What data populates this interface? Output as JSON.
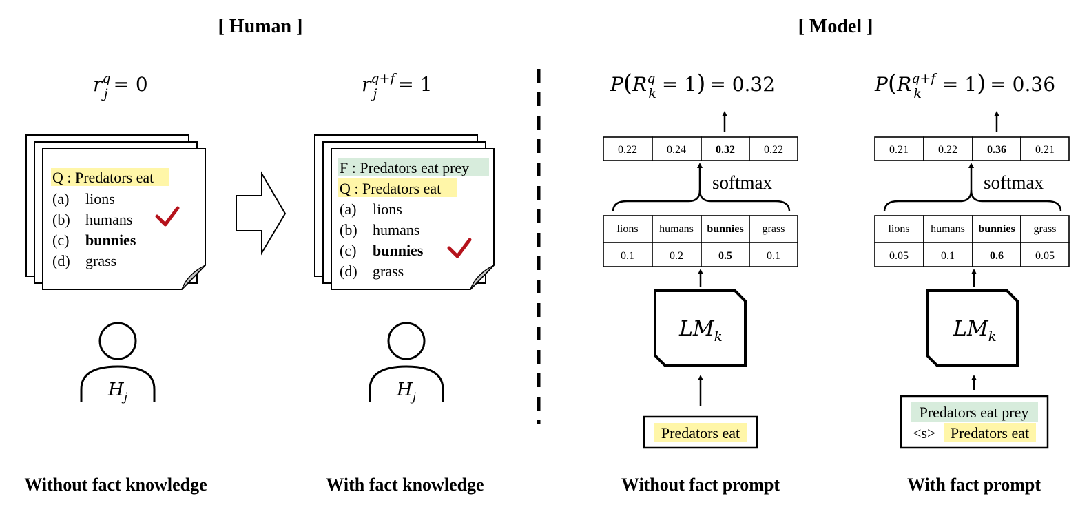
{
  "sections": {
    "human_header": "[ Human ]",
    "model_header": "[ Model ]"
  },
  "human_left": {
    "formula_var": "r",
    "formula_sub": "j",
    "formula_sup": "q",
    "formula_rhs": "= 0",
    "question": "Q : Predators eat",
    "options": [
      {
        "letter": "(a)",
        "text": "lions"
      },
      {
        "letter": "(b)",
        "text": "humans"
      },
      {
        "letter": "(c)",
        "text": "bunnies"
      },
      {
        "letter": "(d)",
        "text": "grass"
      }
    ],
    "checked_option": "(b)",
    "person_var": "H",
    "person_sub": "j",
    "caption": "Without fact knowledge"
  },
  "human_right": {
    "formula_var": "r",
    "formula_sub": "j",
    "formula_sup": "q+f",
    "formula_rhs": "= 1",
    "fact": "F : Predators eat prey",
    "question": "Q : Predators eat",
    "options": [
      {
        "letter": "(a)",
        "text": "lions"
      },
      {
        "letter": "(b)",
        "text": "humans"
      },
      {
        "letter": "(c)",
        "text": "bunnies"
      },
      {
        "letter": "(d)",
        "text": "grass"
      }
    ],
    "checked_option": "(c)",
    "person_var": "H",
    "person_sub": "j",
    "caption": "With fact knowledge"
  },
  "model_left": {
    "formula_prefix": "P",
    "formula_var": "R",
    "formula_sub": "k",
    "formula_sup": "q",
    "formula_rhs": "= 1",
    "formula_value": "= 0.32",
    "softmax_values": [
      "0.22",
      "0.24",
      "0.32",
      "0.22"
    ],
    "softmax_label": "softmax",
    "tokens": [
      "lions",
      "humans",
      "bunnies",
      "grass"
    ],
    "token_scores": [
      "0.1",
      "0.2",
      "0.5",
      "0.1"
    ],
    "lm_var": "LM",
    "lm_sub": "k",
    "prompt_line1": "",
    "prompt_line2": "Predators eat",
    "caption": "Without fact prompt"
  },
  "model_right": {
    "formula_prefix": "P",
    "formula_var": "R",
    "formula_sub": "k",
    "formula_sup": "q+f",
    "formula_rhs": "= 1",
    "formula_value": "= 0.36",
    "softmax_values": [
      "0.21",
      "0.22",
      "0.36",
      "0.21"
    ],
    "softmax_label": "softmax",
    "tokens": [
      "lions",
      "humans",
      "bunnies",
      "grass"
    ],
    "token_scores": [
      "0.05",
      "0.1",
      "0.6",
      "0.05"
    ],
    "lm_var": "LM",
    "lm_sub": "k",
    "prompt_fact": "Predators eat prey",
    "prompt_sep": "<s>",
    "prompt_question": "Predators eat",
    "caption": "With fact prompt"
  },
  "colors": {
    "highlight_yellow": "#fff6a8",
    "highlight_green": "#d7ecdc",
    "checkmark": "#b5121b"
  },
  "bold_index": 2
}
